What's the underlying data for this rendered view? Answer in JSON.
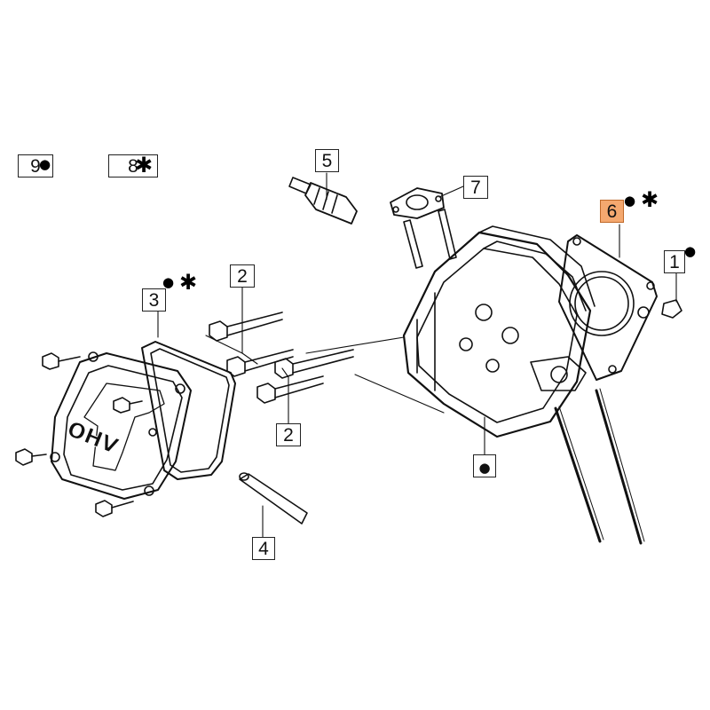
{
  "diagram": {
    "engraving": "OHV",
    "callouts": [
      {
        "id": "1",
        "label": "1",
        "markers": [
          "dot"
        ]
      },
      {
        "id": "2a",
        "label": "2"
      },
      {
        "id": "2b",
        "label": "2"
      },
      {
        "id": "3",
        "label": "3",
        "markers": [
          "dot",
          "star"
        ]
      },
      {
        "id": "4",
        "label": "4"
      },
      {
        "id": "5",
        "label": "5"
      },
      {
        "id": "6",
        "label": "6",
        "markers": [
          "dot",
          "star"
        ],
        "highlighted": true
      },
      {
        "id": "7",
        "label": "7"
      },
      {
        "id": "8",
        "label": "8",
        "markers": [
          "star"
        ]
      },
      {
        "id": "9",
        "label": "9",
        "markers": [
          "dot"
        ]
      },
      {
        "id": "dot",
        "label": ""
      }
    ],
    "symbols": {
      "dot": "●",
      "star": "✱"
    },
    "highlight_color": "#f4a86f"
  }
}
